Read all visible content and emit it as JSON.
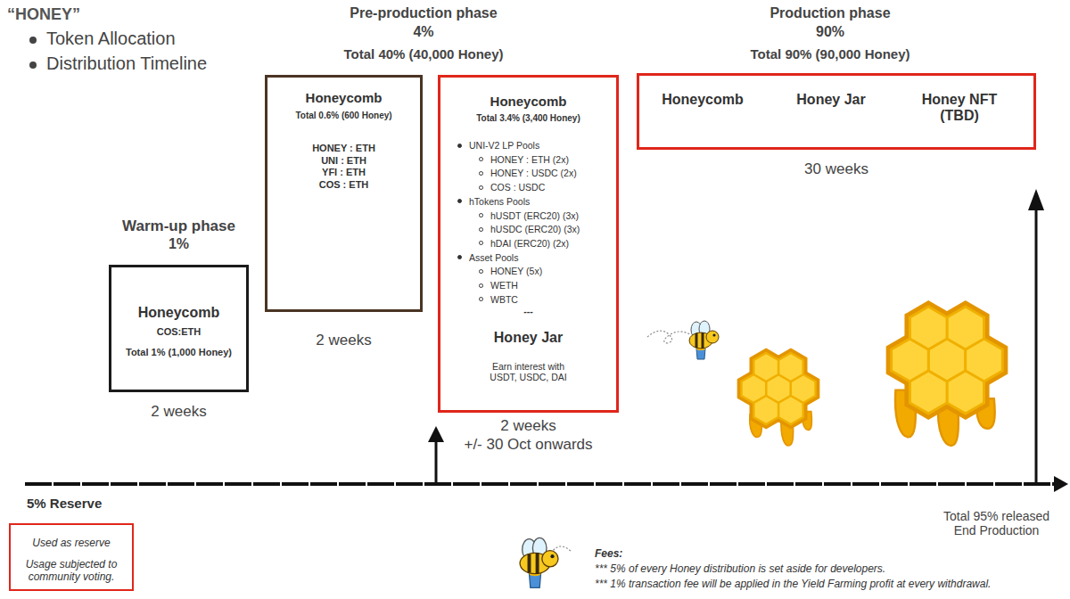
{
  "diagram": {
    "title": "“HONEY”",
    "nodes": [
      {
        "text": [
          "Warm-up phase",
          "1%",
          "Honeycomb",
          "COS:ETH",
          "Total 1% (1,000 Honey)",
          "2 weeks"
        ]
      },
      {
        "text": [
          "Honeycomb",
          "Total 0.6% (600 Honey)",
          "HONEY : ETH",
          "UNI : ETH",
          "YFI : ETH",
          "COS : ETH",
          "2 weeks"
        ]
      },
      {
        "text": [
          "Honeycomb",
          "Total 3.4% (3,400 Honey)",
          "UNI-V2 LP Pools",
          "HONEY : ETH (2x)",
          "HONEY : USDC (2x)",
          "COS : USDC",
          "hTokens Pools",
          "hUSDT (ERC20) (3x)",
          "hUSDC (ERC20) (3x)",
          "hDAI (ERC20) (2x)",
          "Asset Pools",
          "HONEY (5x)",
          "WETH",
          "WBTC",
          "---",
          "Honey Jar",
          "Earn interest with USDT, USDC, DAI",
          "2 weeks",
          "+/- 30 Oct onwards"
        ]
      },
      {
        "text": [
          "Honeycomb",
          "Honey Jar",
          "Honey NFT (TBD)",
          "30 weeks"
        ]
      },
      {
        "text": [
          "5% Reserve",
          "Used as reserve",
          "Usage subjected to community voting."
        ]
      }
    ],
    "labels": [
      "Token Allocation",
      "Distribution Timeline",
      "Pre-production phase",
      "4%",
      "Total 40% (40,000 Honey)",
      "Production phase",
      "90%",
      "Total 90% (90,000 Honey)",
      "Total 95% released End Production",
      "Fees:",
      "*** 5% of every Honey distribution is set aside for developers.",
      "*** 1% transaction fee will be applied in the Yield Farming profit at every withdrawal."
    ]
  }
}
